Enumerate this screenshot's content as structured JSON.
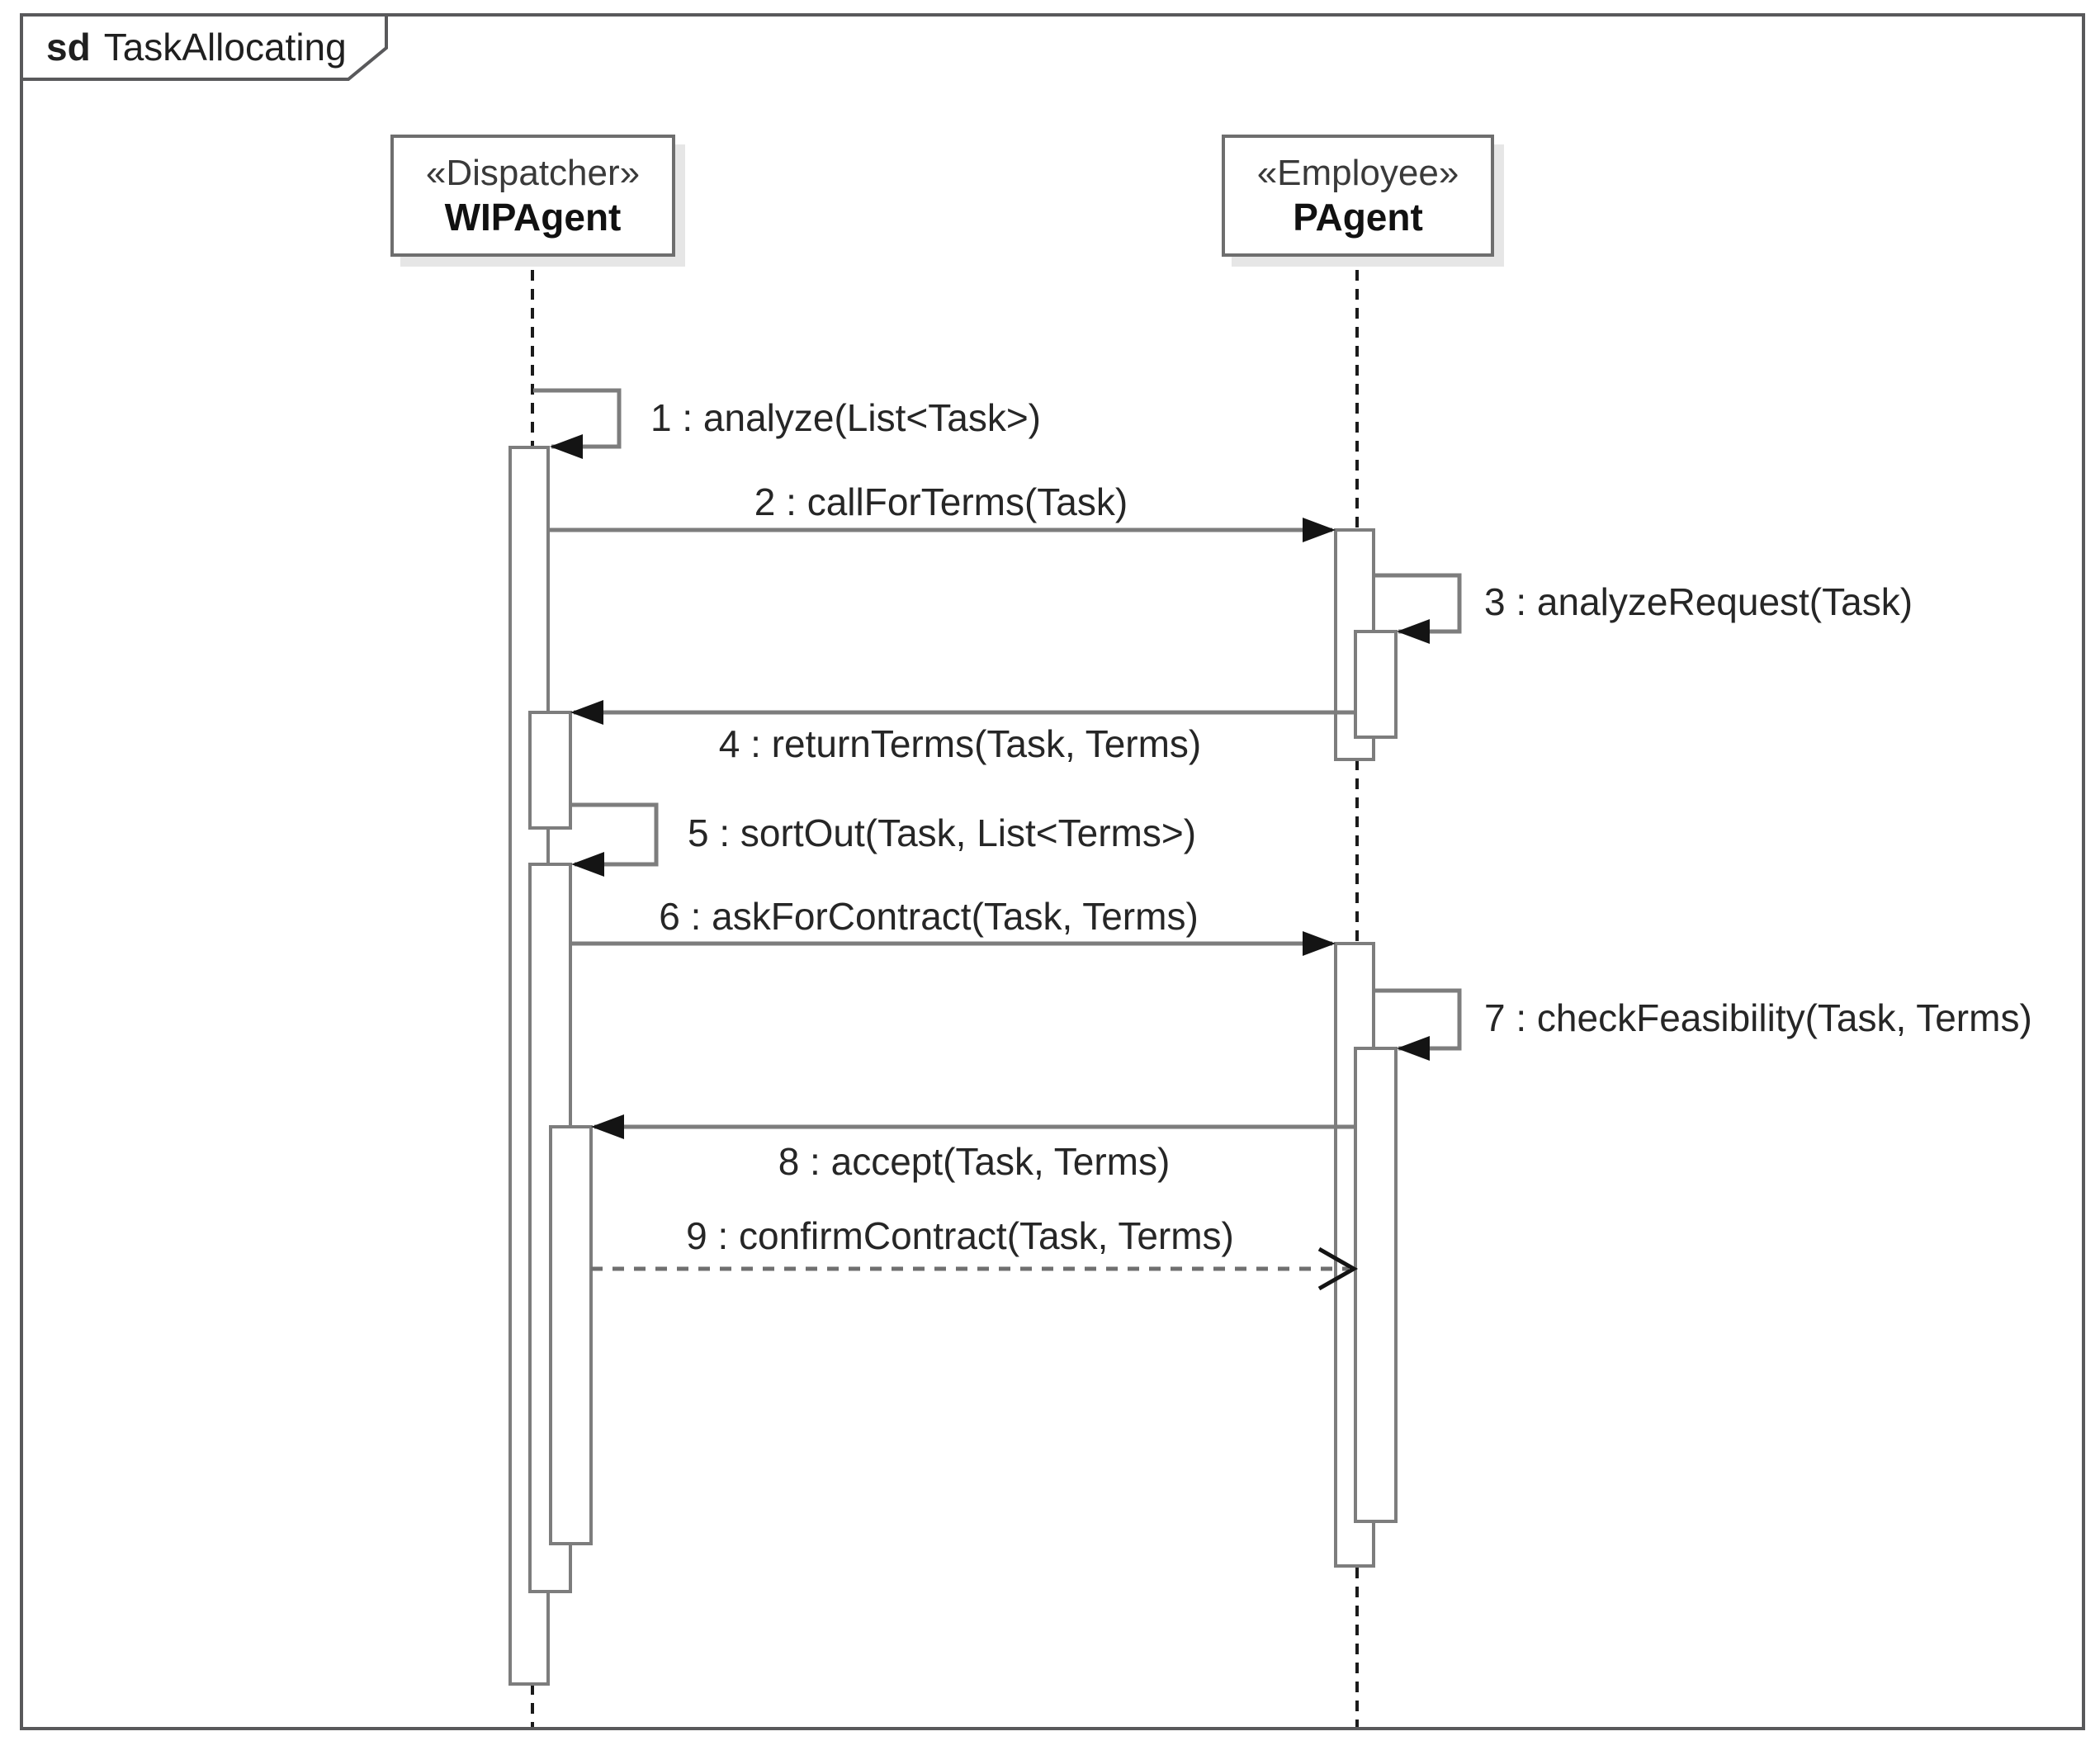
{
  "frame": {
    "keyword": "sd",
    "title": "TaskAllocating"
  },
  "lifelines": [
    {
      "stereotype": "«Dispatcher»",
      "name": "WIPAgent"
    },
    {
      "stereotype": "«Employee»",
      "name": "PAgent"
    }
  ],
  "messages": [
    {
      "num": "1",
      "label": "1 : analyze(List<Task>)",
      "from": "WIPAgent",
      "to": "WIPAgent",
      "type": "self-call"
    },
    {
      "num": "2",
      "label": "2 : callForTerms(Task)",
      "from": "WIPAgent",
      "to": "PAgent",
      "type": "call"
    },
    {
      "num": "3",
      "label": "3 : analyzeRequest(Task)",
      "from": "PAgent",
      "to": "PAgent",
      "type": "self-call"
    },
    {
      "num": "4",
      "label": "4 : returnTerms(Task, Terms)",
      "from": "PAgent",
      "to": "WIPAgent",
      "type": "call"
    },
    {
      "num": "5",
      "label": "5 : sortOut(Task, List<Terms>)",
      "from": "WIPAgent",
      "to": "WIPAgent",
      "type": "self-call"
    },
    {
      "num": "6",
      "label": "6 : askForContract(Task, Terms)",
      "from": "WIPAgent",
      "to": "PAgent",
      "type": "call"
    },
    {
      "num": "7",
      "label": "7 : checkFeasibility(Task, Terms)",
      "from": "PAgent",
      "to": "PAgent",
      "type": "self-call"
    },
    {
      "num": "8",
      "label": "8 : accept(Task, Terms)",
      "from": "PAgent",
      "to": "WIPAgent",
      "type": "call"
    },
    {
      "num": "9",
      "label": "9 : confirmContract(Task, Terms)",
      "from": "WIPAgent",
      "to": "PAgent",
      "type": "return-dashed"
    }
  ],
  "colors": {
    "line_gray": "#7d7d7d",
    "arrow_black": "#141414",
    "text": "#262626",
    "lifeline_dash": "#1b1b1b",
    "frame_border": "#59595b",
    "header_shadow": "#e6e6e6",
    "background": "#ffffff"
  }
}
